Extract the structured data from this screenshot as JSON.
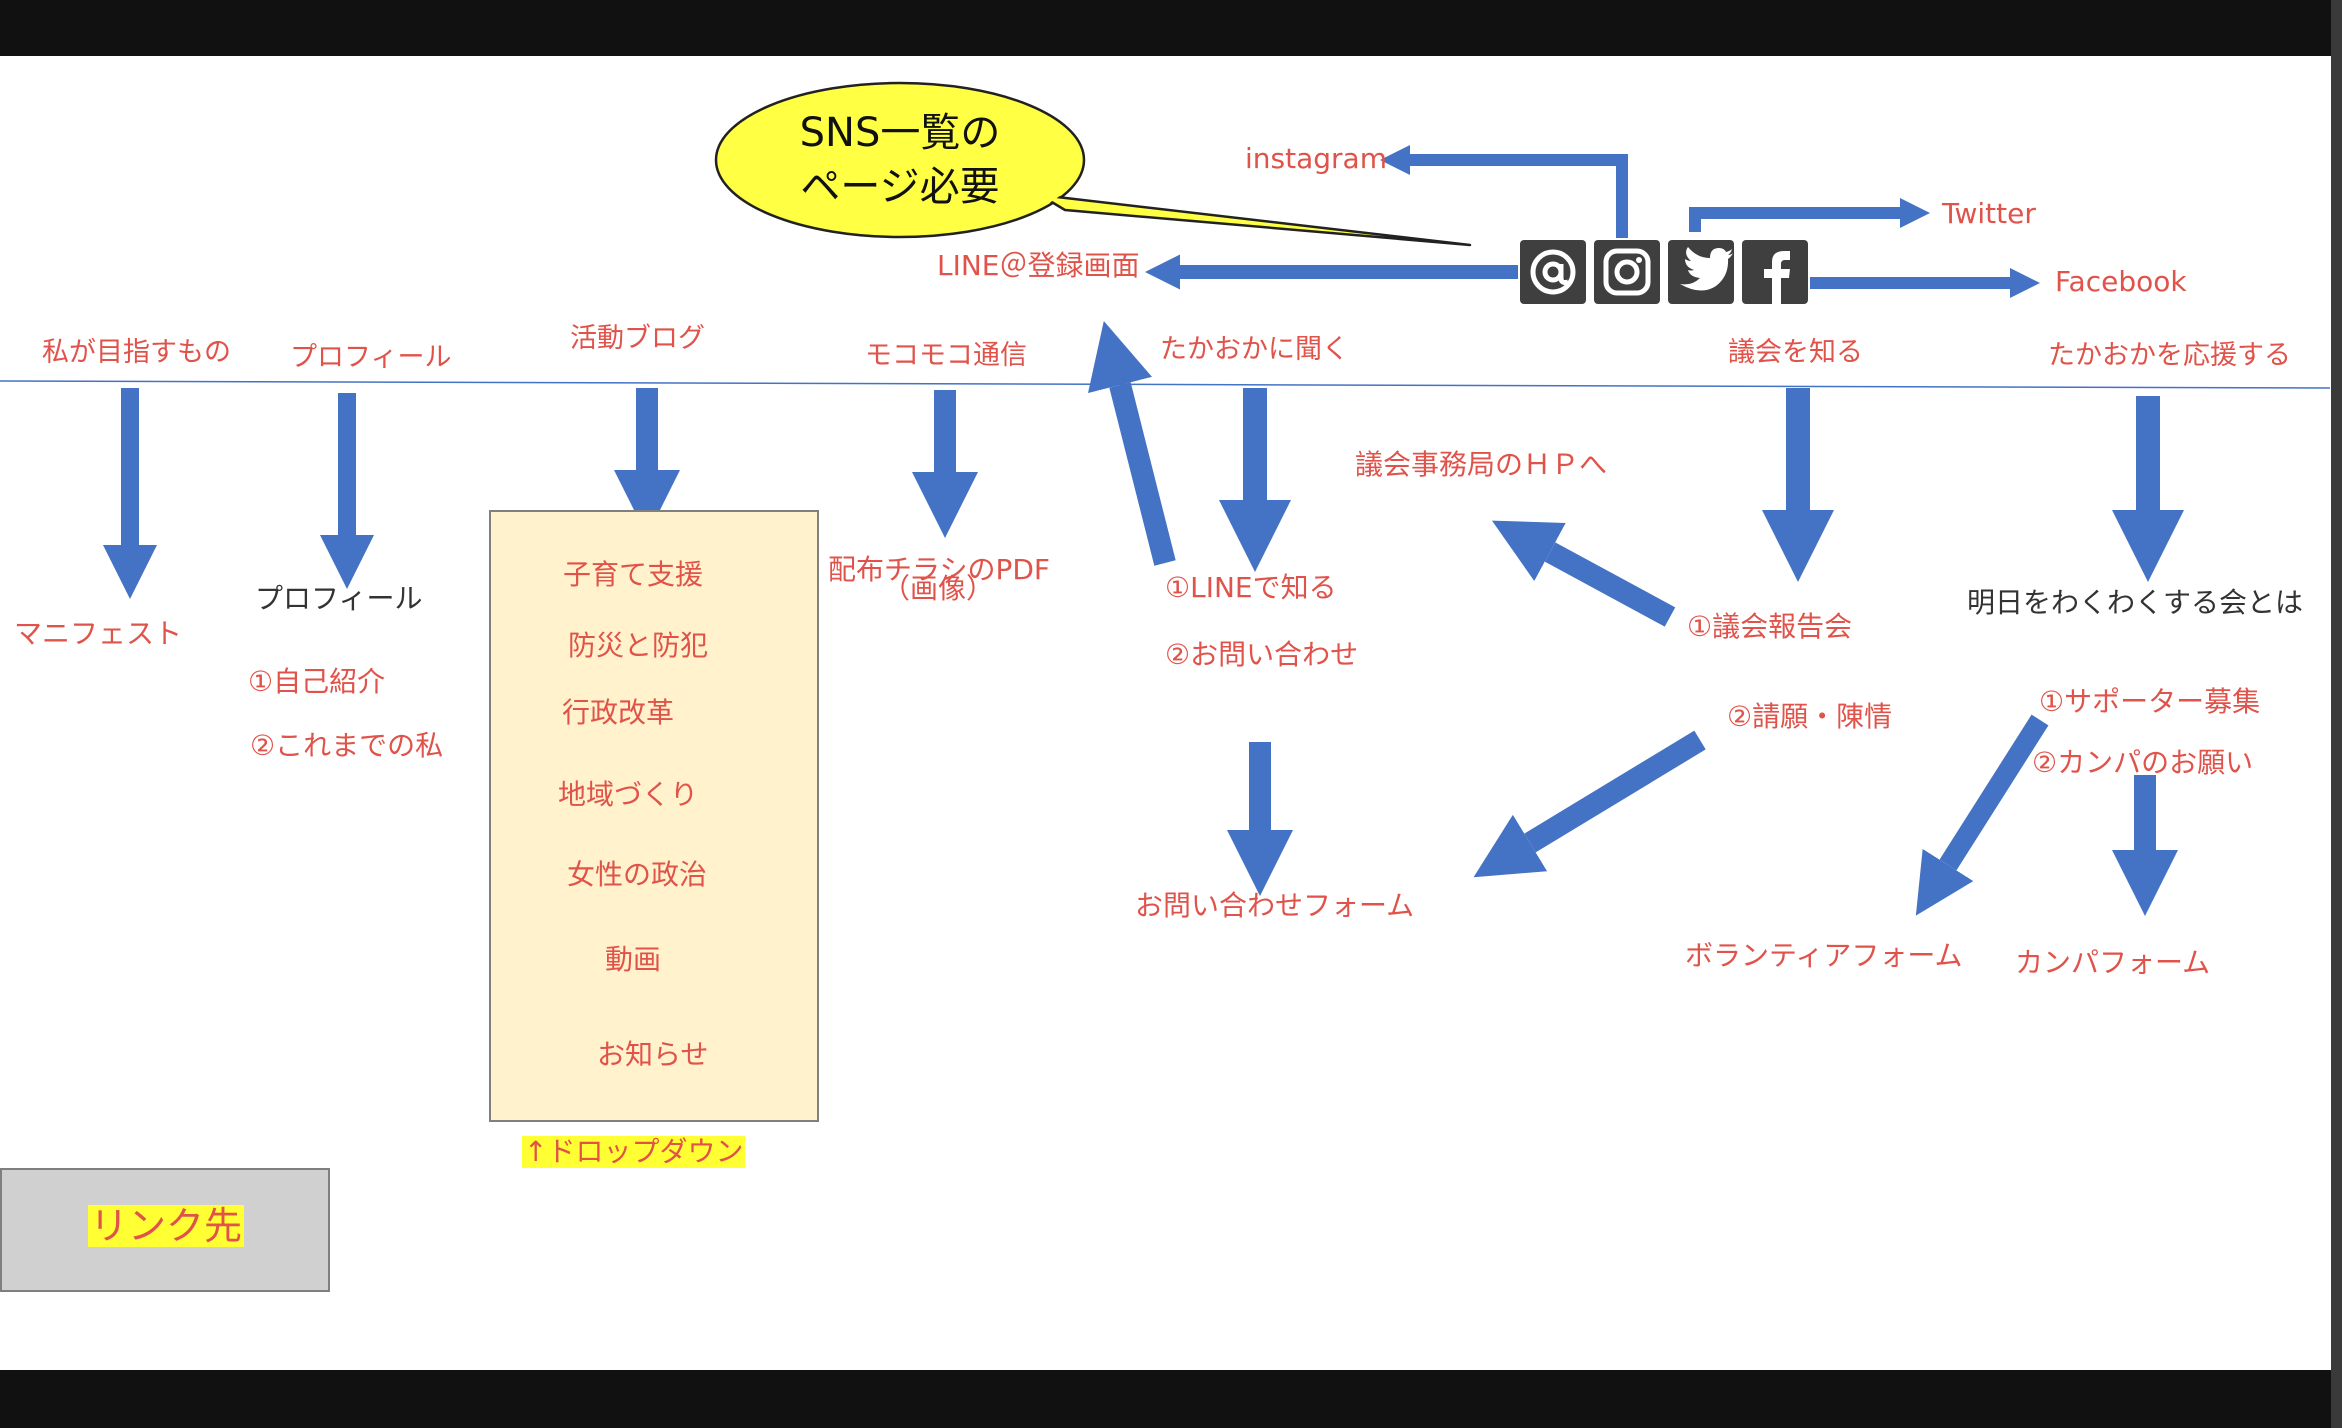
{
  "callout": {
    "line1": "SNS一覧の",
    "line2": "ページ必要"
  },
  "sns": {
    "instagram": "instagram",
    "twitter": "Twitter",
    "facebook": "Facebook",
    "line": "LINE＠登録画面",
    "icons": [
      "at-icon",
      "instagram-icon",
      "twitter-icon",
      "facebook-icon"
    ]
  },
  "nav": {
    "items": [
      "私が目指すもの",
      "プロフィール",
      "活動ブログ",
      "モコモコ通信",
      "たかおかに聞く",
      "議会を知る",
      "たかおかを応援する"
    ]
  },
  "pages": {
    "manifesto": "マニフェスト",
    "profile": {
      "title": "プロフィール",
      "items": [
        "①自己紹介",
        "②これまでの私"
      ]
    },
    "blog": {
      "items": [
        "子育て支援",
        "防災と防犯",
        "行政改革",
        "地域づくり",
        "女性の政治",
        "動画",
        "お知らせ"
      ],
      "note": "↑ドロップダウン"
    },
    "newsletter": {
      "line1": "配布チラシのPDF",
      "line2": "（画像）"
    },
    "ask": {
      "items": [
        "①LINEで知る",
        "②お問い合わせ"
      ],
      "form": "お問い合わせフォーム"
    },
    "council": {
      "hp": "議会事務局のＨＰへ",
      "items": [
        "①議会報告会",
        "②請願・陳情"
      ]
    },
    "support": {
      "title": "明日をわくわくする会とは",
      "items": [
        "①サポーター募集",
        "②カンパのお願い"
      ],
      "volunteer_form": "ボランティアフォーム",
      "donation_form": "カンパフォーム"
    }
  },
  "legend": {
    "label": "リンク先"
  },
  "colors": {
    "accent": "#4472c4",
    "text": "#e0534a",
    "callout": "#ffff44",
    "blog_box": "#fff2cc"
  }
}
